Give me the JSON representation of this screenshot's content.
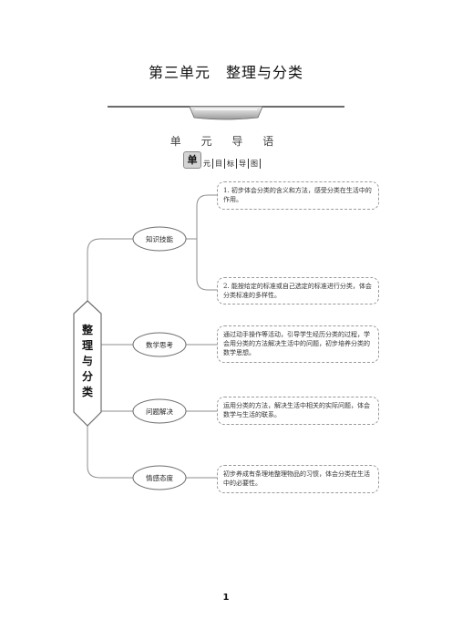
{
  "page": {
    "title": "第三单元　整理与分类",
    "subtitle": "单 元 导 语",
    "badge": {
      "main": "单",
      "parts": [
        "元",
        "目",
        "标",
        "导",
        "图"
      ]
    },
    "page_number": "1"
  },
  "mindmap": {
    "root": {
      "chars": [
        "整",
        "理",
        "与",
        "分",
        "类"
      ]
    },
    "nodes": [
      {
        "label": "知识技能",
        "items": [
          {
            "text": "1. 初步体会分类的含义和方法，感受分类在生活中的作用。"
          },
          {
            "text": "2. 能按给定的标准或自己选定的标准进行分类，体会分类标准的多样性。"
          }
        ]
      },
      {
        "label": "数学思考",
        "items": [
          {
            "text": "通过动手操作等活动，引导学生经历分类的过程，学会用分类的方法解决生活中的问题，初步培养分类的数学思想。"
          }
        ]
      },
      {
        "label": "问题解决",
        "items": [
          {
            "text": "运用分类的方法，解决生活中相关的实际问题，体会数学与生活的联系。"
          }
        ]
      },
      {
        "label": "情感态度",
        "items": [
          {
            "text": "初步养成有条理地整理物品的习惯，体会分类在生活中的必要性。"
          }
        ]
      }
    ]
  }
}
